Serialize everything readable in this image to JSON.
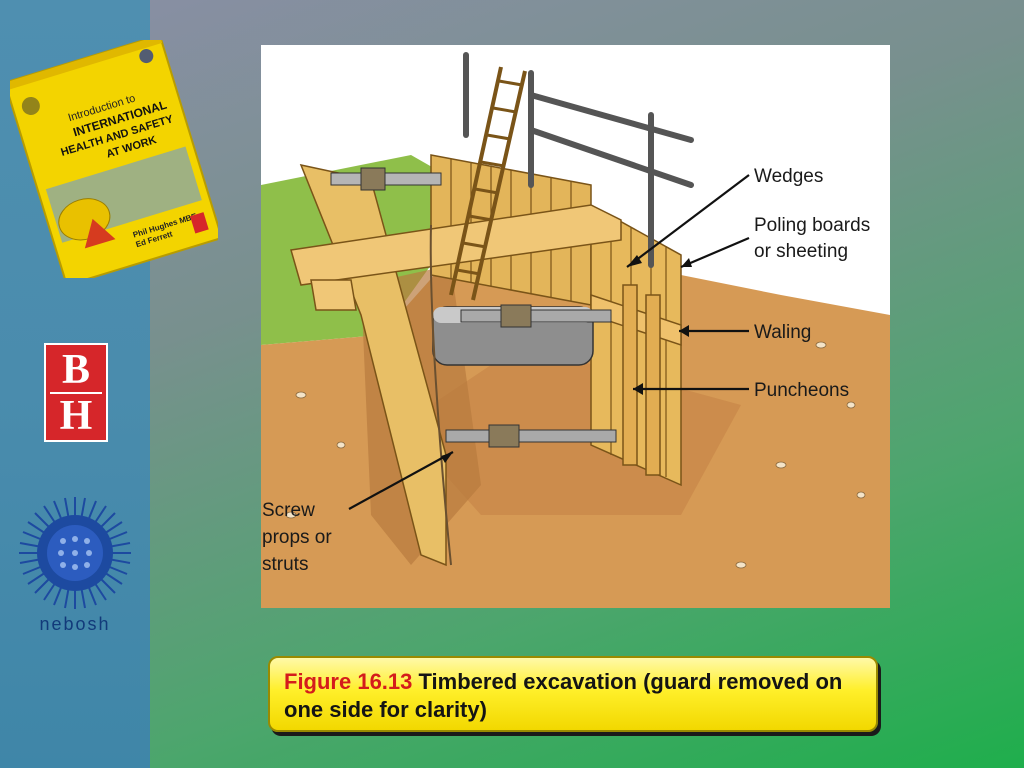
{
  "sidebar": {
    "book_cover": {
      "title_line1": "Introduction to",
      "title_line2": "INTERNATIONAL",
      "title_line3": "HEALTH AND SAFETY",
      "title_line4": "AT WORK",
      "author1": "Phil Hughes MBE",
      "author2": "Ed Ferrett",
      "icon": "book-cover-icon"
    },
    "publisher_logo": {
      "letter_top": "B",
      "letter_bottom": "H",
      "icon": "bh-logo-icon",
      "color": "#d6262a"
    },
    "nebosh_logo": {
      "name": "nebosh",
      "icon": "nebosh-logo-icon",
      "color": "#1d4aa0"
    }
  },
  "diagram": {
    "labels": {
      "wedges": "Wedges",
      "poling_line1": "Poling boards",
      "poling_line2": "or sheeting",
      "waling": "Waling",
      "puncheons": "Puncheons",
      "screw_line1": "Screw",
      "screw_line2": "props or",
      "screw_line3": "struts"
    }
  },
  "caption": {
    "figure_number": "Figure 16.13",
    "text": " Timbered excavation (guard removed on one side for clarity)",
    "accent_color": "#d41c1c",
    "box_color": "#ffef2a"
  }
}
